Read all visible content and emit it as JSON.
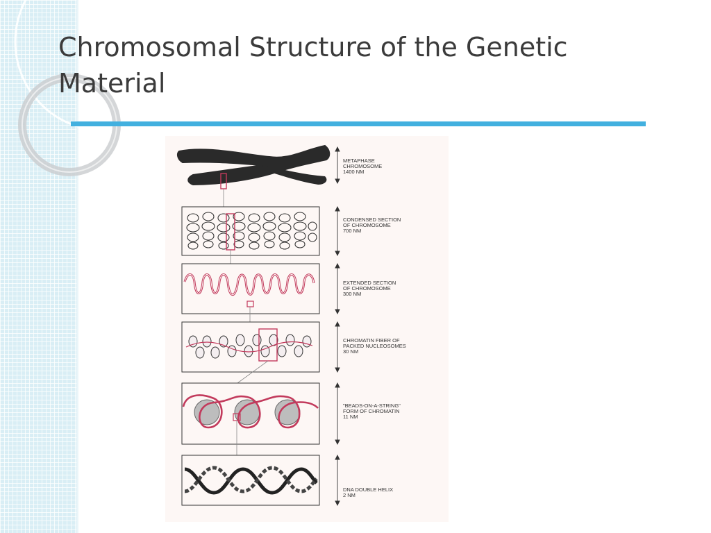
{
  "slide": {
    "title": "Chromosomal Structure of the Genetic Material"
  },
  "diagram": {
    "levels": [
      {
        "name": "METAPHASE",
        "line2": "CHROMOSOME",
        "size": "1400 nm"
      },
      {
        "name": "CONDENSED SECTION",
        "line2": "OF CHROMOSOME",
        "size": "700 nm"
      },
      {
        "name": "EXTENDED SECTION",
        "line2": "OF CHROMOSOME",
        "size": "300 nm"
      },
      {
        "name": "CHROMATIN FIBER OF",
        "line2": "PACKED NUCLEOSOMES",
        "size": "30 nm"
      },
      {
        "name": "\"BEADS-ON-A-STRING\"",
        "line2": "FORM OF CHROMATIN",
        "size": "11 nm"
      },
      {
        "name": "DNA DOUBLE HELIX",
        "line2": "",
        "size": "2 nm"
      }
    ]
  },
  "colors": {
    "accent": "#42b0df",
    "strip": "#d9eef5",
    "highlight": "#c23a5c",
    "ink": "#2a2a2a"
  }
}
